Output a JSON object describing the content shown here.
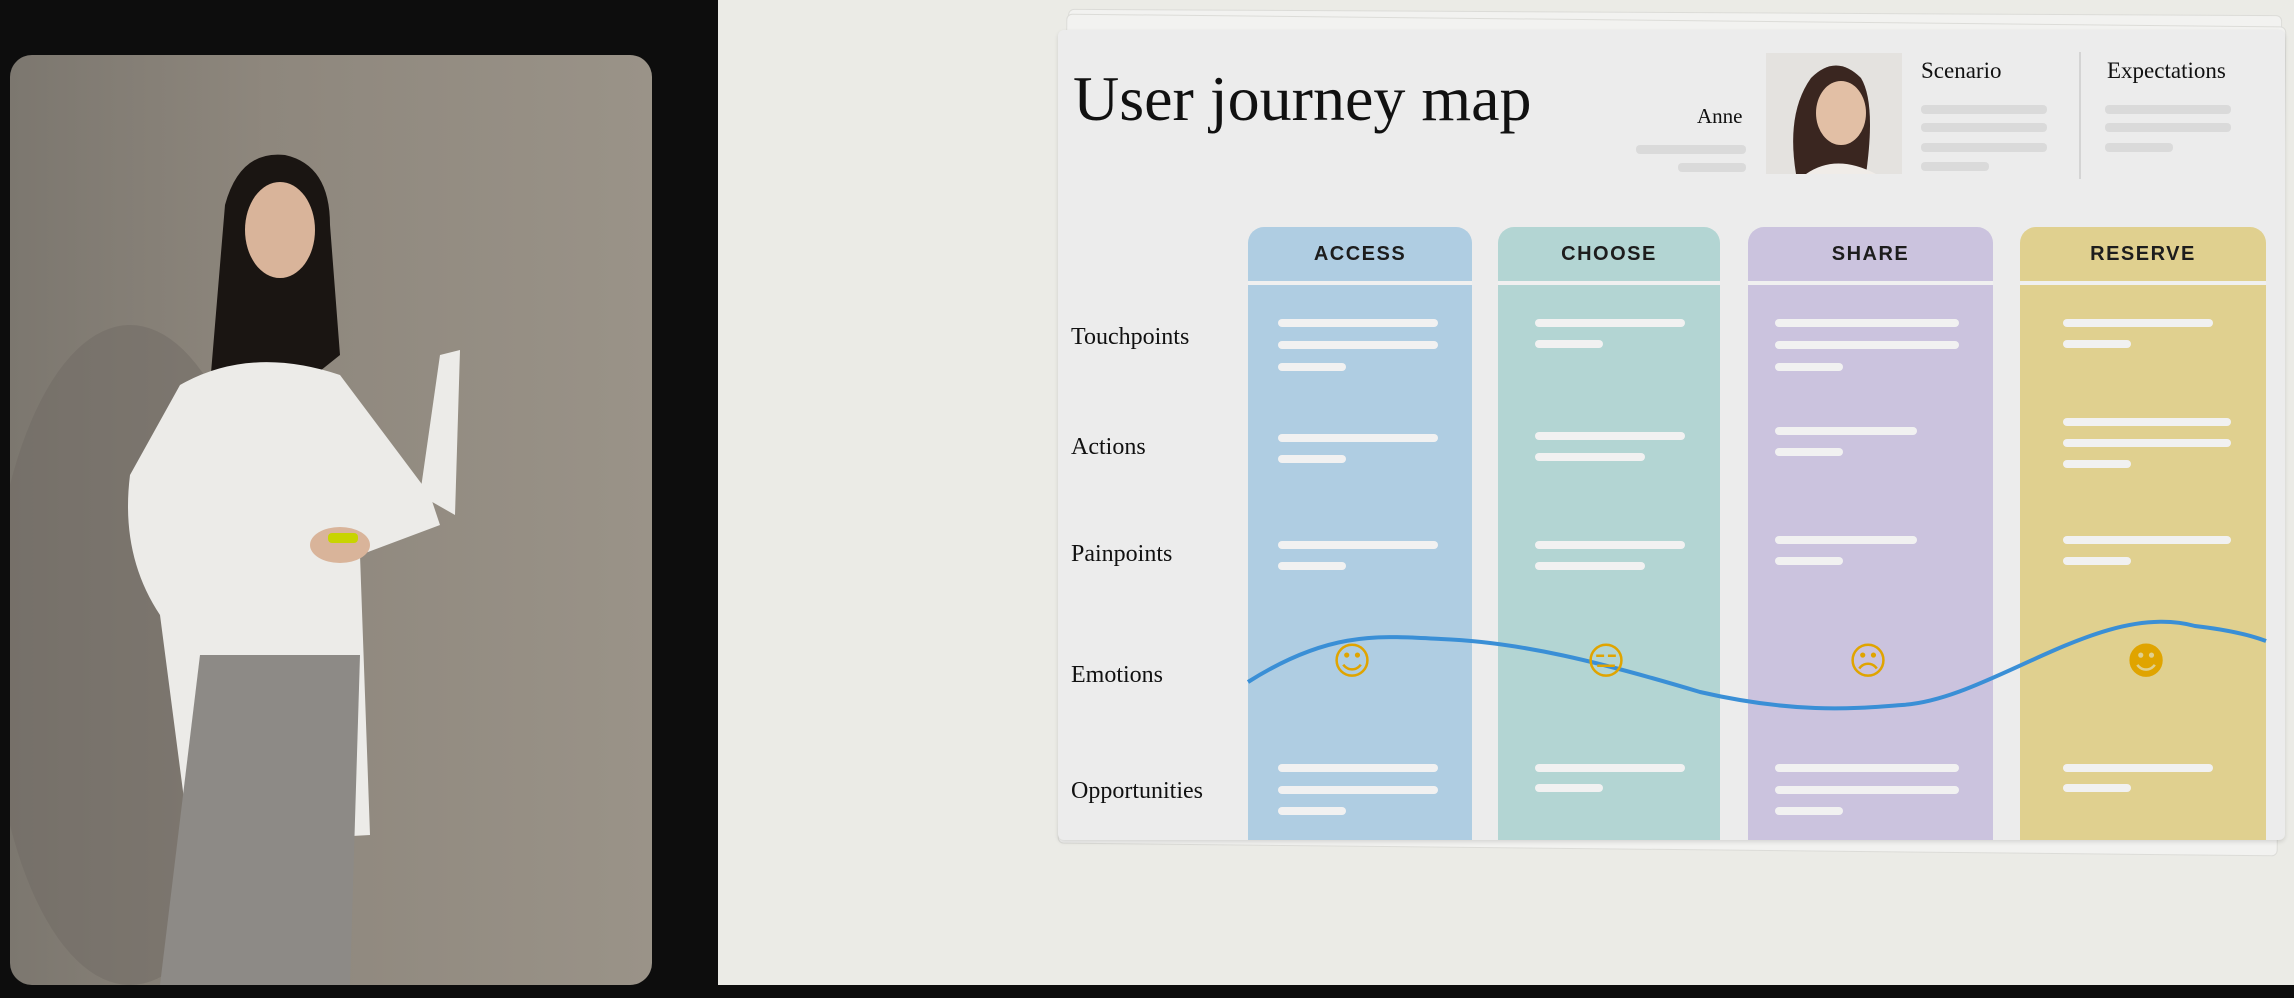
{
  "slide": {
    "title": "User journey map",
    "persona": {
      "name": "Anne",
      "photo": "persona-photo"
    },
    "scenario_label": "Scenario",
    "expectations_label": "Expectations",
    "rows": [
      "Touchpoints",
      "Actions",
      "Painpoints",
      "Emotions",
      "Opportunities"
    ],
    "stages": [
      {
        "label": "ACCESS",
        "color": "#afcde2",
        "emotion": "smiling",
        "glyph": "☺"
      },
      {
        "label": "CHOOSE",
        "color": "#b3d5d3",
        "emotion": "neutral",
        "glyph": "😑"
      },
      {
        "label": "SHARE",
        "color": "#cbc3de",
        "emotion": "frowning",
        "glyph": "☹"
      },
      {
        "label": "RESERVE",
        "color": "#e0d08f",
        "emotion": "grinning",
        "glyph": "☻"
      }
    ],
    "emotion_curve_color": "#3a8fd6"
  }
}
